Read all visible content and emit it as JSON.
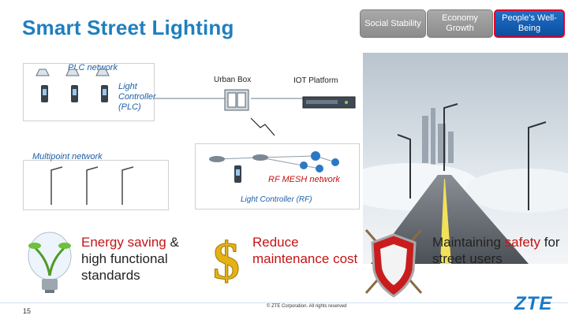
{
  "header": {
    "title": "Smart Street Lighting",
    "tabs": [
      {
        "label": "Social Stability",
        "style": "gray"
      },
      {
        "label": "Economy Growth",
        "style": "gray"
      },
      {
        "label": "People's Well-Being",
        "style": "active"
      }
    ]
  },
  "plc": {
    "section_label": "PLC network",
    "controller_label": "Light Controller (PLC)",
    "urban_box_label": "Urban Box",
    "iot_label": "IOT Platform"
  },
  "mesh": {
    "section_label": "Multipoint network",
    "rf_mesh_label": "RF MESH network",
    "controller_label": "Light Controller (RF)"
  },
  "benefits": [
    {
      "icon": "energy-bulb-icon",
      "highlight": "Energy saving",
      "rest": " & high functional standards"
    },
    {
      "icon": "dollar-icon",
      "text": "Reduce maintenance cost"
    },
    {
      "icon": "shield-icon",
      "prefix": "Maintaining ",
      "highlight": "safety",
      "suffix": " for street users"
    }
  ],
  "footer": {
    "page_number": "15",
    "copyright": "© ZTE Corporation. All rights reserved",
    "logo": "ZTE"
  },
  "colors": {
    "title_blue": "#1f7fbf",
    "accent_red": "#c51414",
    "tab_gray": "#9a9a9a",
    "tab_active_blue": "#165fb3"
  }
}
